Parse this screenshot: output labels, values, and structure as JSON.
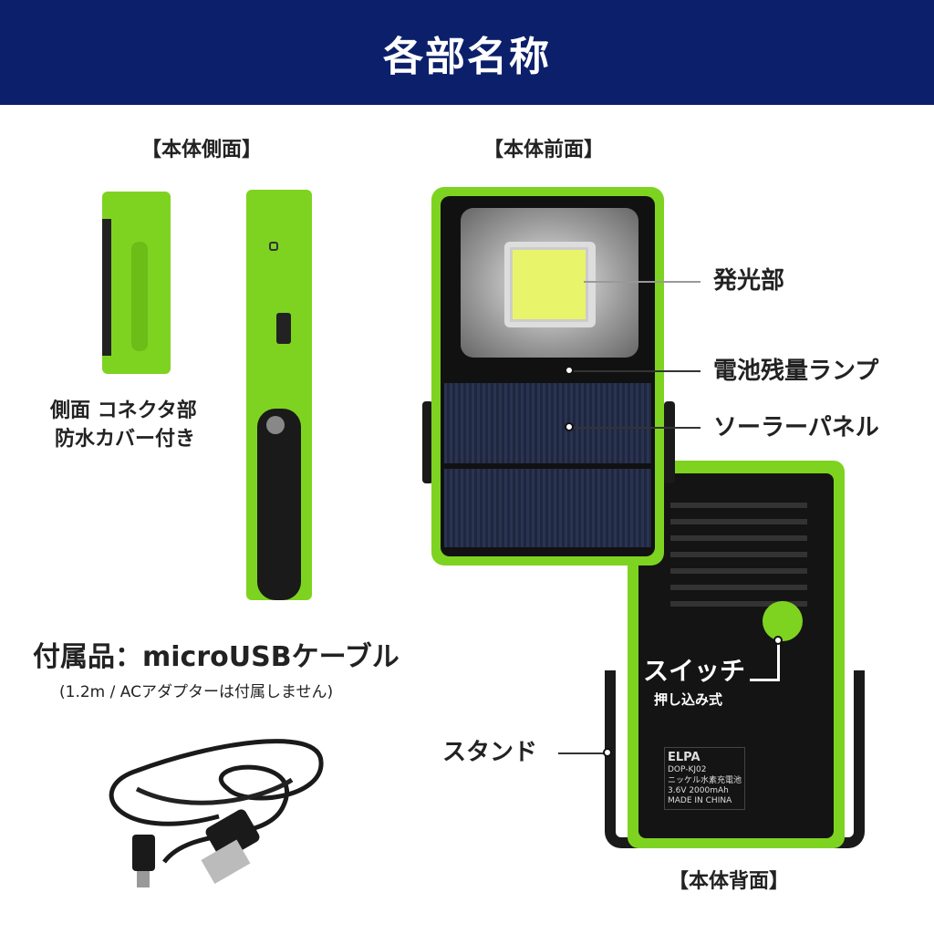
{
  "header": {
    "title": "各部名称"
  },
  "sections": {
    "side": "【本体側面】",
    "front": "【本体前面】",
    "back": "【本体背面】"
  },
  "side_note": {
    "line1": "側面 コネクタ部",
    "line2": "防水カバー付き"
  },
  "parts": {
    "light": "発光部",
    "battery_lamp": "電池残量ランプ",
    "solar": "ソーラーパネル",
    "switch": "スイッチ",
    "switch_sub": "押し込み式",
    "stand": "スタンド"
  },
  "accessory": {
    "title": "付属品：microUSBケーブル",
    "note": "(1.2m / ACアダプターは付属しません)"
  },
  "label_plate": {
    "brand": "ELPA",
    "model": "DOP-KJ02",
    "battery": "ニッケル水素充電池",
    "spec": "3.6V 2000mAh",
    "origin": "MADE IN CHINA"
  },
  "colors": {
    "header": "#0c1f6b",
    "body_green": "#7ed321"
  }
}
